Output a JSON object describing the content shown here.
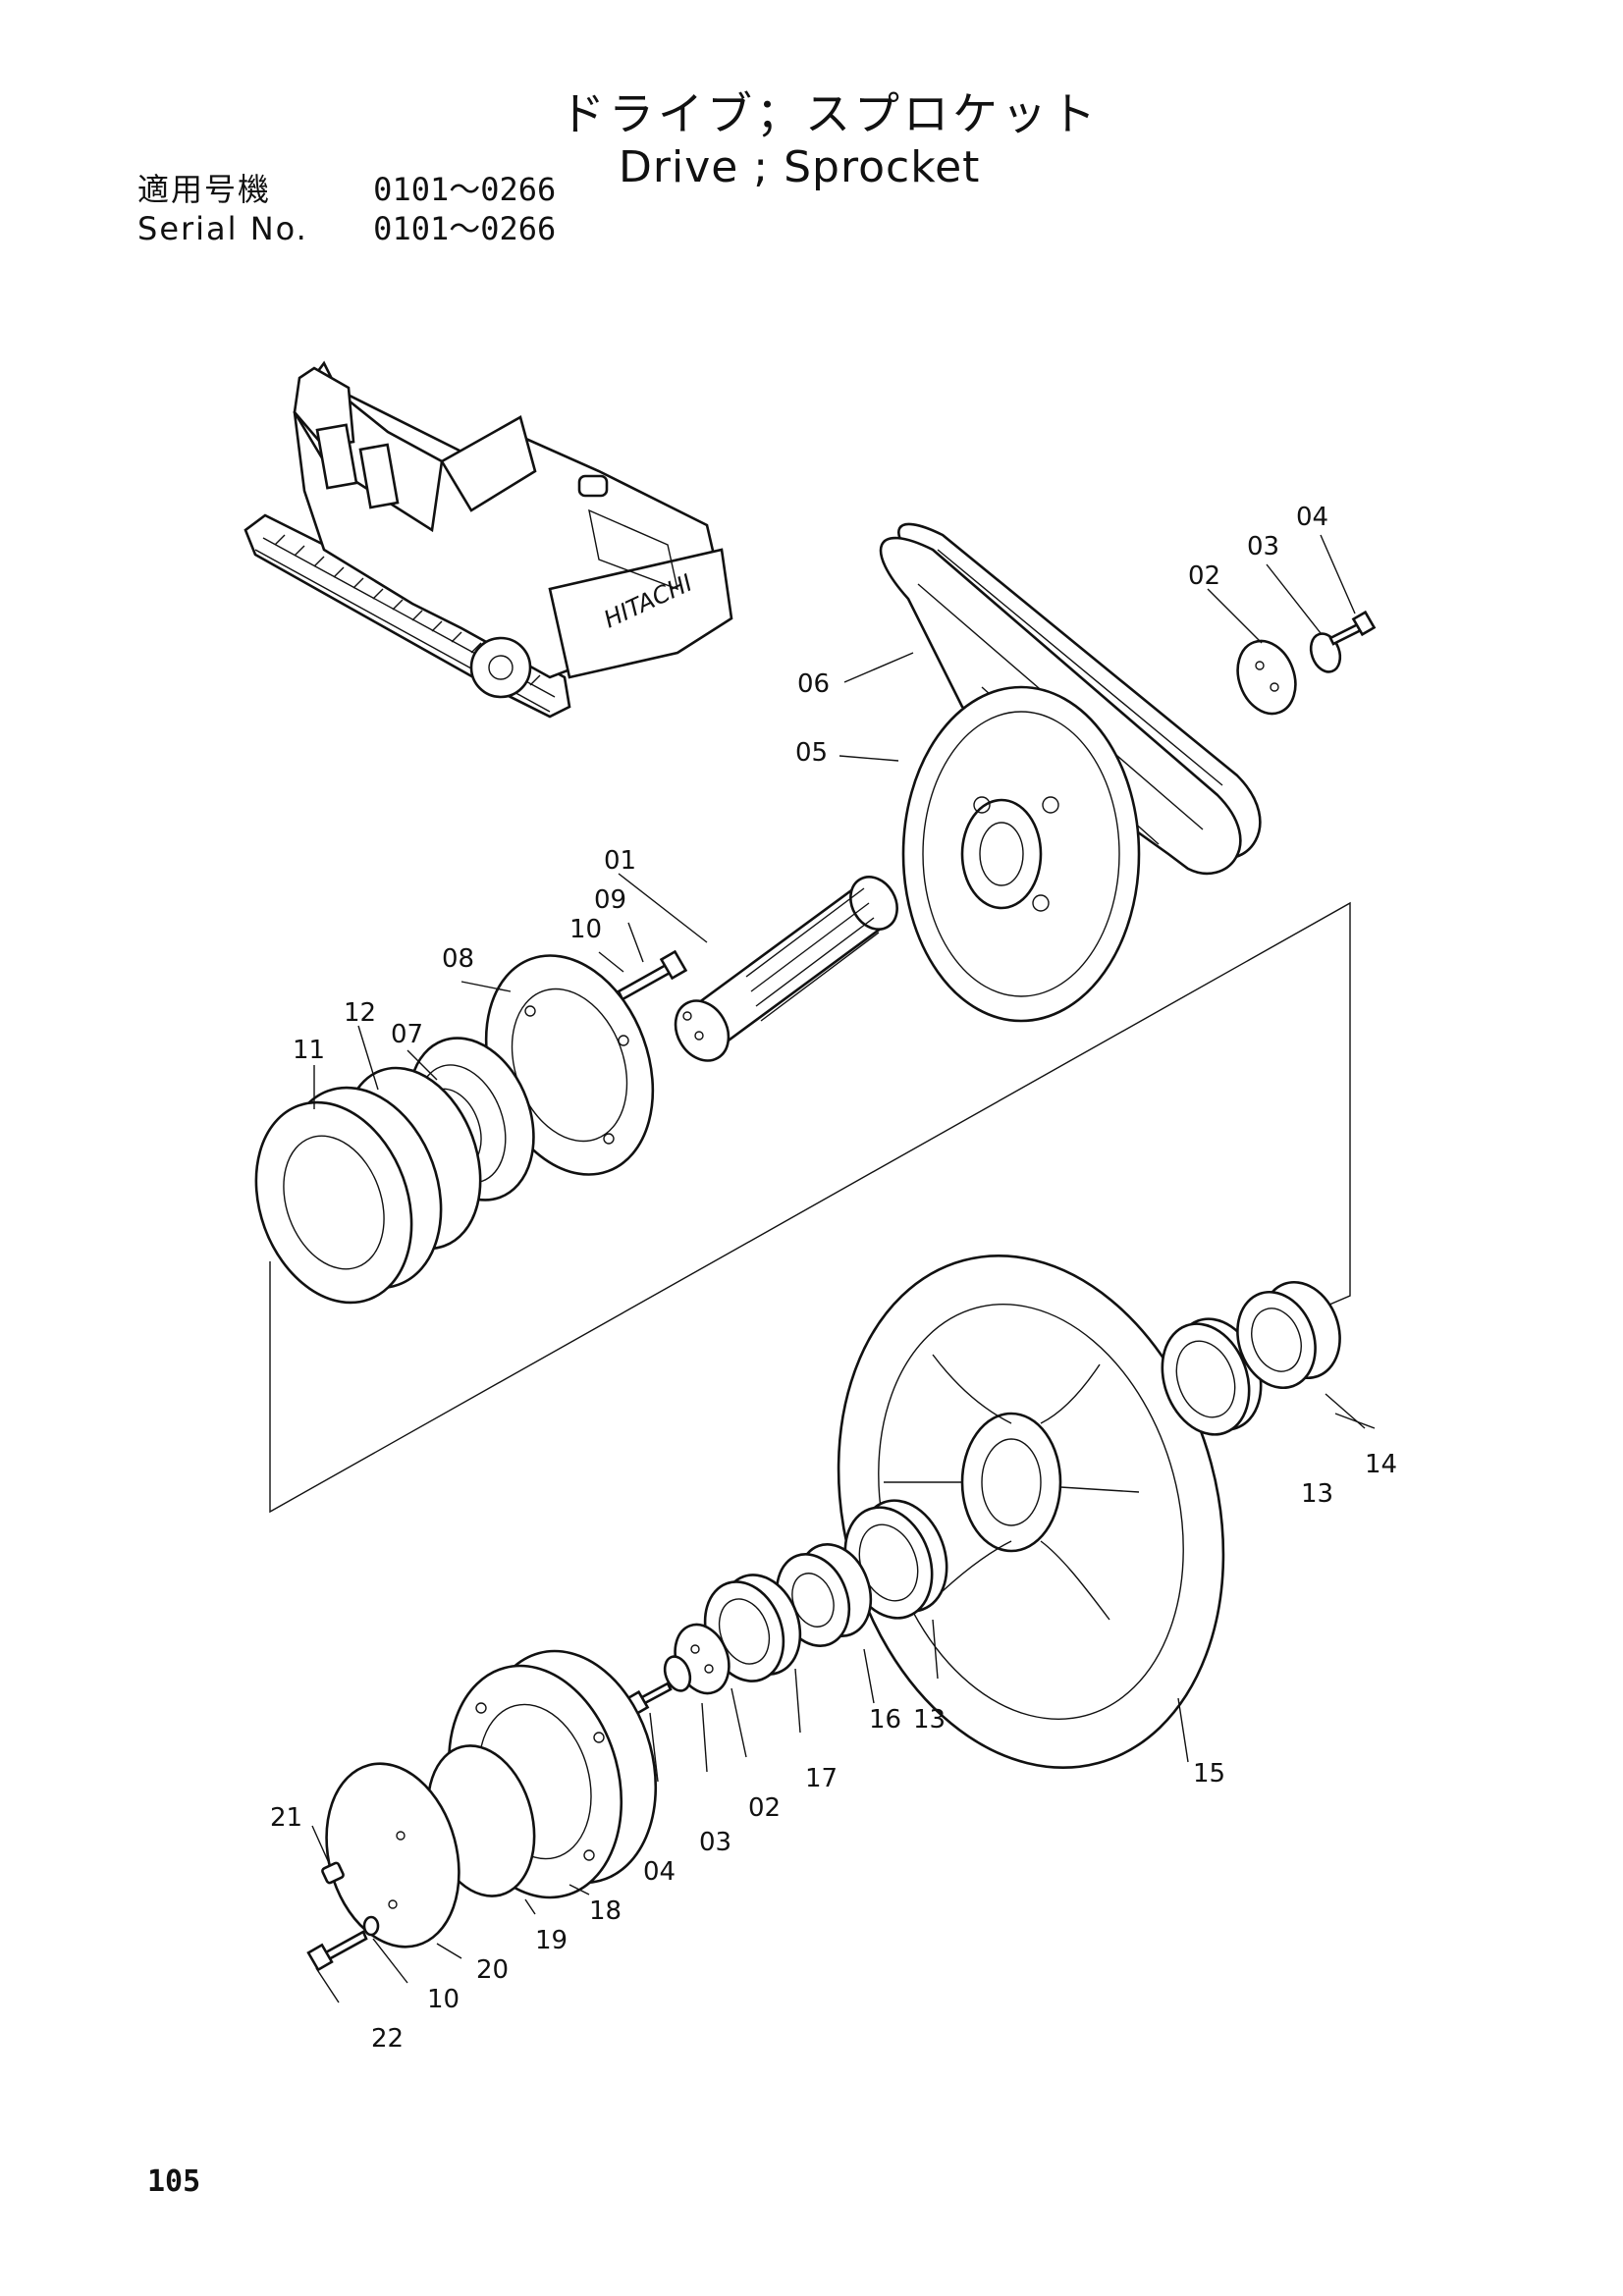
{
  "header": {
    "title_jp": "ドライブ；スプロケット",
    "title_en": "Drive ; Sprocket",
    "serial_label_jp": "適用号機",
    "serial_label_en": "Serial No.",
    "serial_range_jp": "0101～0266",
    "serial_range_en": "0101～0266"
  },
  "callouts": [
    "01",
    "02",
    "03",
    "04",
    "05",
    "06",
    "07",
    "08",
    "09",
    "10",
    "11",
    "12",
    "13",
    "14",
    "15",
    "16",
    "17",
    "02",
    "03",
    "04",
    "18",
    "19",
    "20",
    "21",
    "10",
    "22",
    "13"
  ],
  "machine_icon": "excavator-illustration",
  "brand_mark": "HITACHI",
  "page_number": "105"
}
